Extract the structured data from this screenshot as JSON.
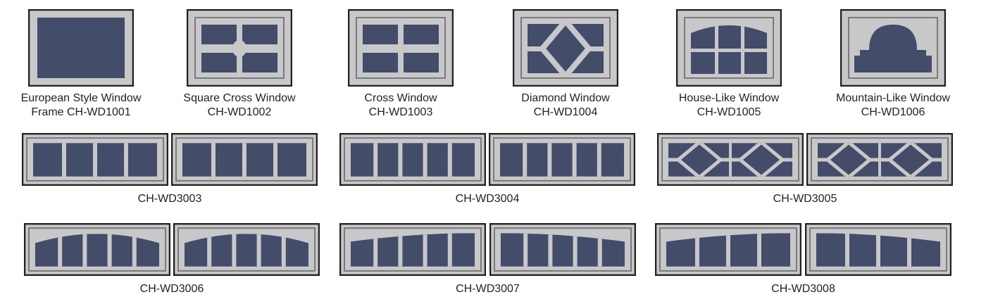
{
  "colors": {
    "frame": "#c8c8ca",
    "border": "#231f20",
    "trim": "#7a7a7a",
    "glass": "#434c69"
  },
  "single_windows": [
    {
      "type": "european",
      "line1": "European Style Window",
      "line2": "Frame CH-WD1001"
    },
    {
      "type": "square-cross",
      "line1": "Square Cross Window",
      "line2": "CH-WD1002"
    },
    {
      "type": "cross",
      "line1": "Cross Window",
      "line2": "CH-WD1003"
    },
    {
      "type": "diamond",
      "line1": "Diamond Window",
      "line2": "CH-WD1004"
    },
    {
      "type": "house",
      "line1": "House-Like Window",
      "line2": "CH-WD1005"
    },
    {
      "type": "mountain",
      "line1": "Mountain-Like Window",
      "line2": "CH-WD1006"
    }
  ],
  "long_windows": [
    {
      "code": "CH-WD3003",
      "panes": 4,
      "style": "flat"
    },
    {
      "code": "CH-WD3004",
      "panes": 5,
      "style": "flat"
    },
    {
      "code": "CH-WD3005",
      "panes": 2,
      "style": "diamond"
    },
    {
      "code": "CH-WD3006",
      "panes": 5,
      "style": "arch"
    },
    {
      "code": "CH-WD3007",
      "panes": 5,
      "style": "slope"
    },
    {
      "code": "CH-WD3008",
      "panes": 4,
      "style": "slope"
    }
  ]
}
